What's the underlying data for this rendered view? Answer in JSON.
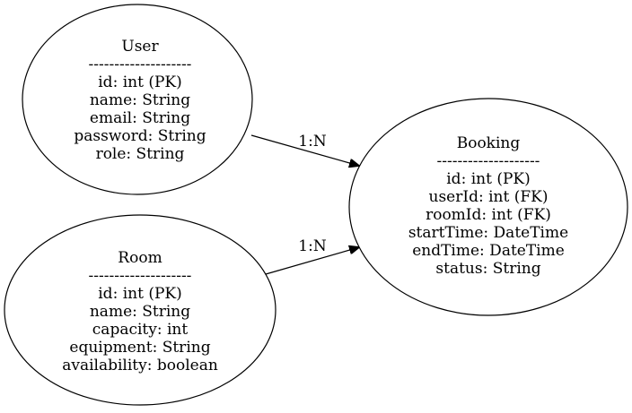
{
  "diagram": {
    "nodes": {
      "user": {
        "title": "User",
        "separator": "--------------------",
        "fields": [
          "id: int (PK)",
          "name: String",
          "email: String",
          "password: String",
          "role: String"
        ]
      },
      "room": {
        "title": "Room",
        "separator": "--------------------",
        "fields": [
          "id: int (PK)",
          "name: String",
          "capacity: int",
          "equipment: String",
          "availability: boolean"
        ]
      },
      "booking": {
        "title": "Booking",
        "separator": "--------------------",
        "fields": [
          "id: int (PK)",
          "userId: int (FK)",
          "roomId: int (FK)",
          "startTime: DateTime",
          "endTime: DateTime",
          "status: String"
        ]
      }
    },
    "edges": {
      "user_booking": {
        "from": "User",
        "to": "Booking",
        "label": "1:N"
      },
      "room_booking": {
        "from": "Room",
        "to": "Booking",
        "label": "1:N"
      }
    }
  }
}
